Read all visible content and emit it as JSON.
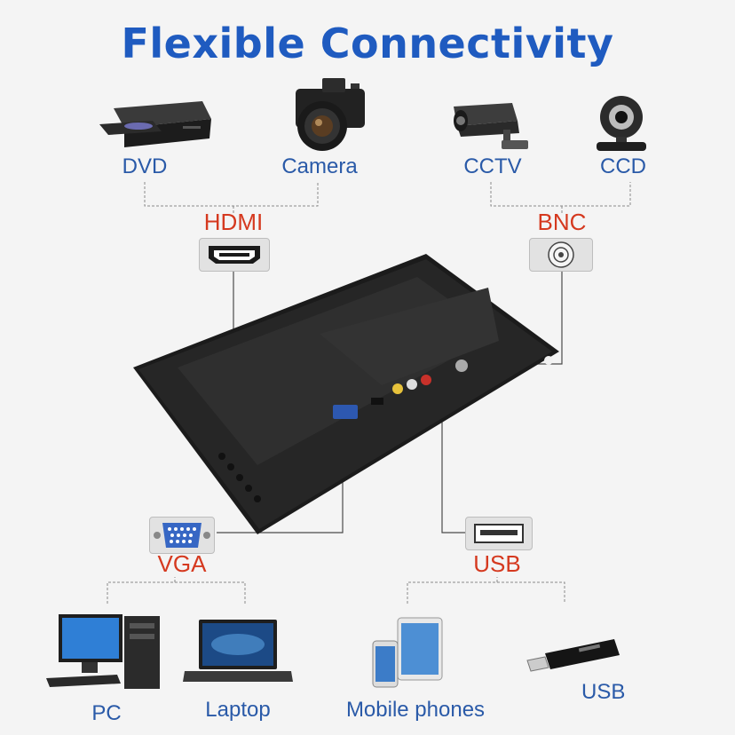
{
  "title": "Flexible Connectivity",
  "top_devices": {
    "dvd": "DVD",
    "camera": "Camera",
    "cctv": "CCTV",
    "ccd": "CCD"
  },
  "ports": {
    "hdmi": "HDMI",
    "bnc": "BNC",
    "vga": "VGA",
    "usb": "USB"
  },
  "bottom_devices": {
    "pc": "PC",
    "laptop": "Laptop",
    "mobile": "Mobile phones",
    "usb_stick": "USB"
  },
  "colors": {
    "title": "#1f5bc0",
    "device_label": "#2a5aa8",
    "port_label": "#d5391f"
  }
}
